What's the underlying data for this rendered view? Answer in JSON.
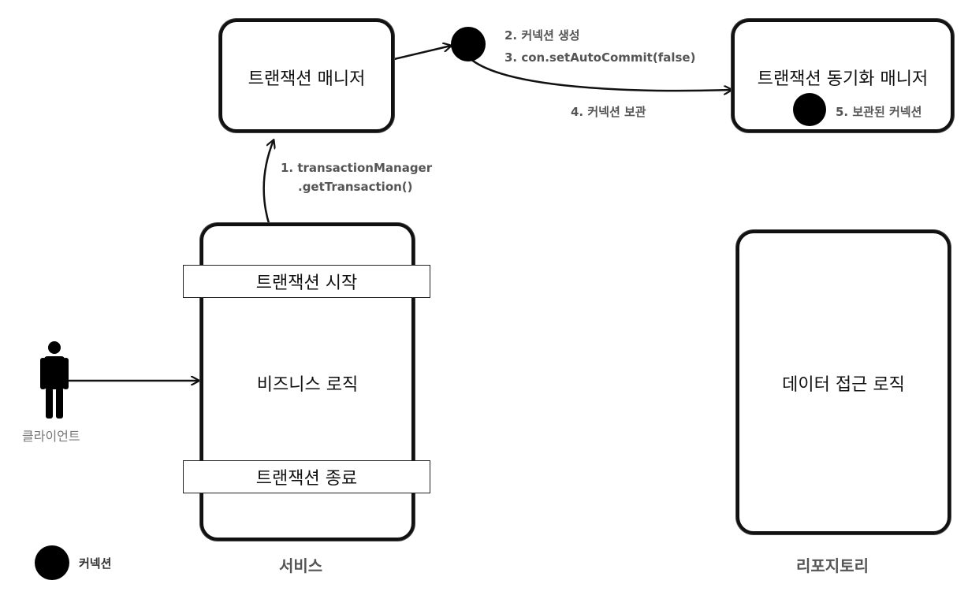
{
  "boxes": {
    "transaction_manager": "트랜잭션 매니저",
    "sync_manager": "트랜잭션 동기화 매니저",
    "business_logic": "비즈니스 로직",
    "data_access_logic": "데이터 접근 로직"
  },
  "service_bars": {
    "start": "트랜잭션 시작",
    "end": "트랜잭션 종료"
  },
  "steps": {
    "step1_line1": "1. transactionManager",
    "step1_line2": ".getTransaction()",
    "step2": "2. 커넥션 생성",
    "step3": "3. con.setAutoCommit(false)",
    "step4": "4. 커넥션 보관",
    "step5": "5. 보관된 커넥션"
  },
  "captions": {
    "service": "서비스",
    "repository": "리포지토리",
    "client": "클라이언트"
  },
  "legend": {
    "connection": "커넥션"
  }
}
